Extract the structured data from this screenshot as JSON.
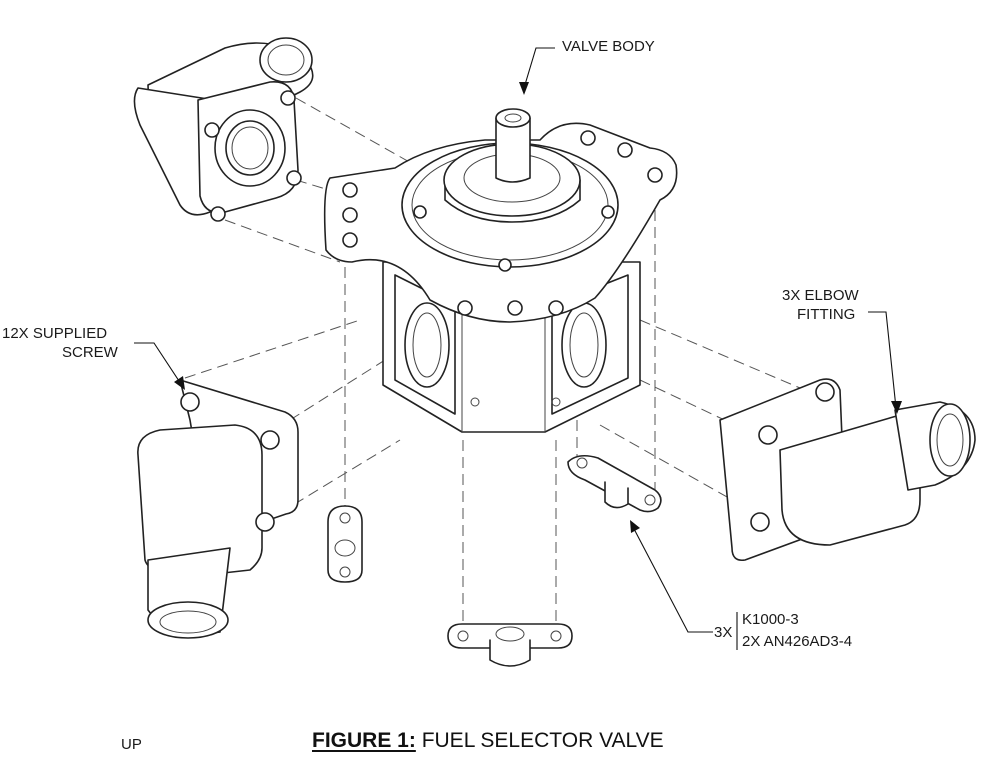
{
  "labels": {
    "valve_body": "VALVE BODY",
    "elbow_line1": "3X ELBOW",
    "elbow_line2": "FITTING",
    "screw_line1": "12X SUPPLIED",
    "screw_line2": "SCREW",
    "qty": "3X",
    "part1": "K1000-3",
    "part2": "2X AN426AD3-4",
    "up": "UP"
  },
  "caption": {
    "figure": "FIGURE 1:",
    "title": "FUEL SELECTOR VALVE"
  }
}
